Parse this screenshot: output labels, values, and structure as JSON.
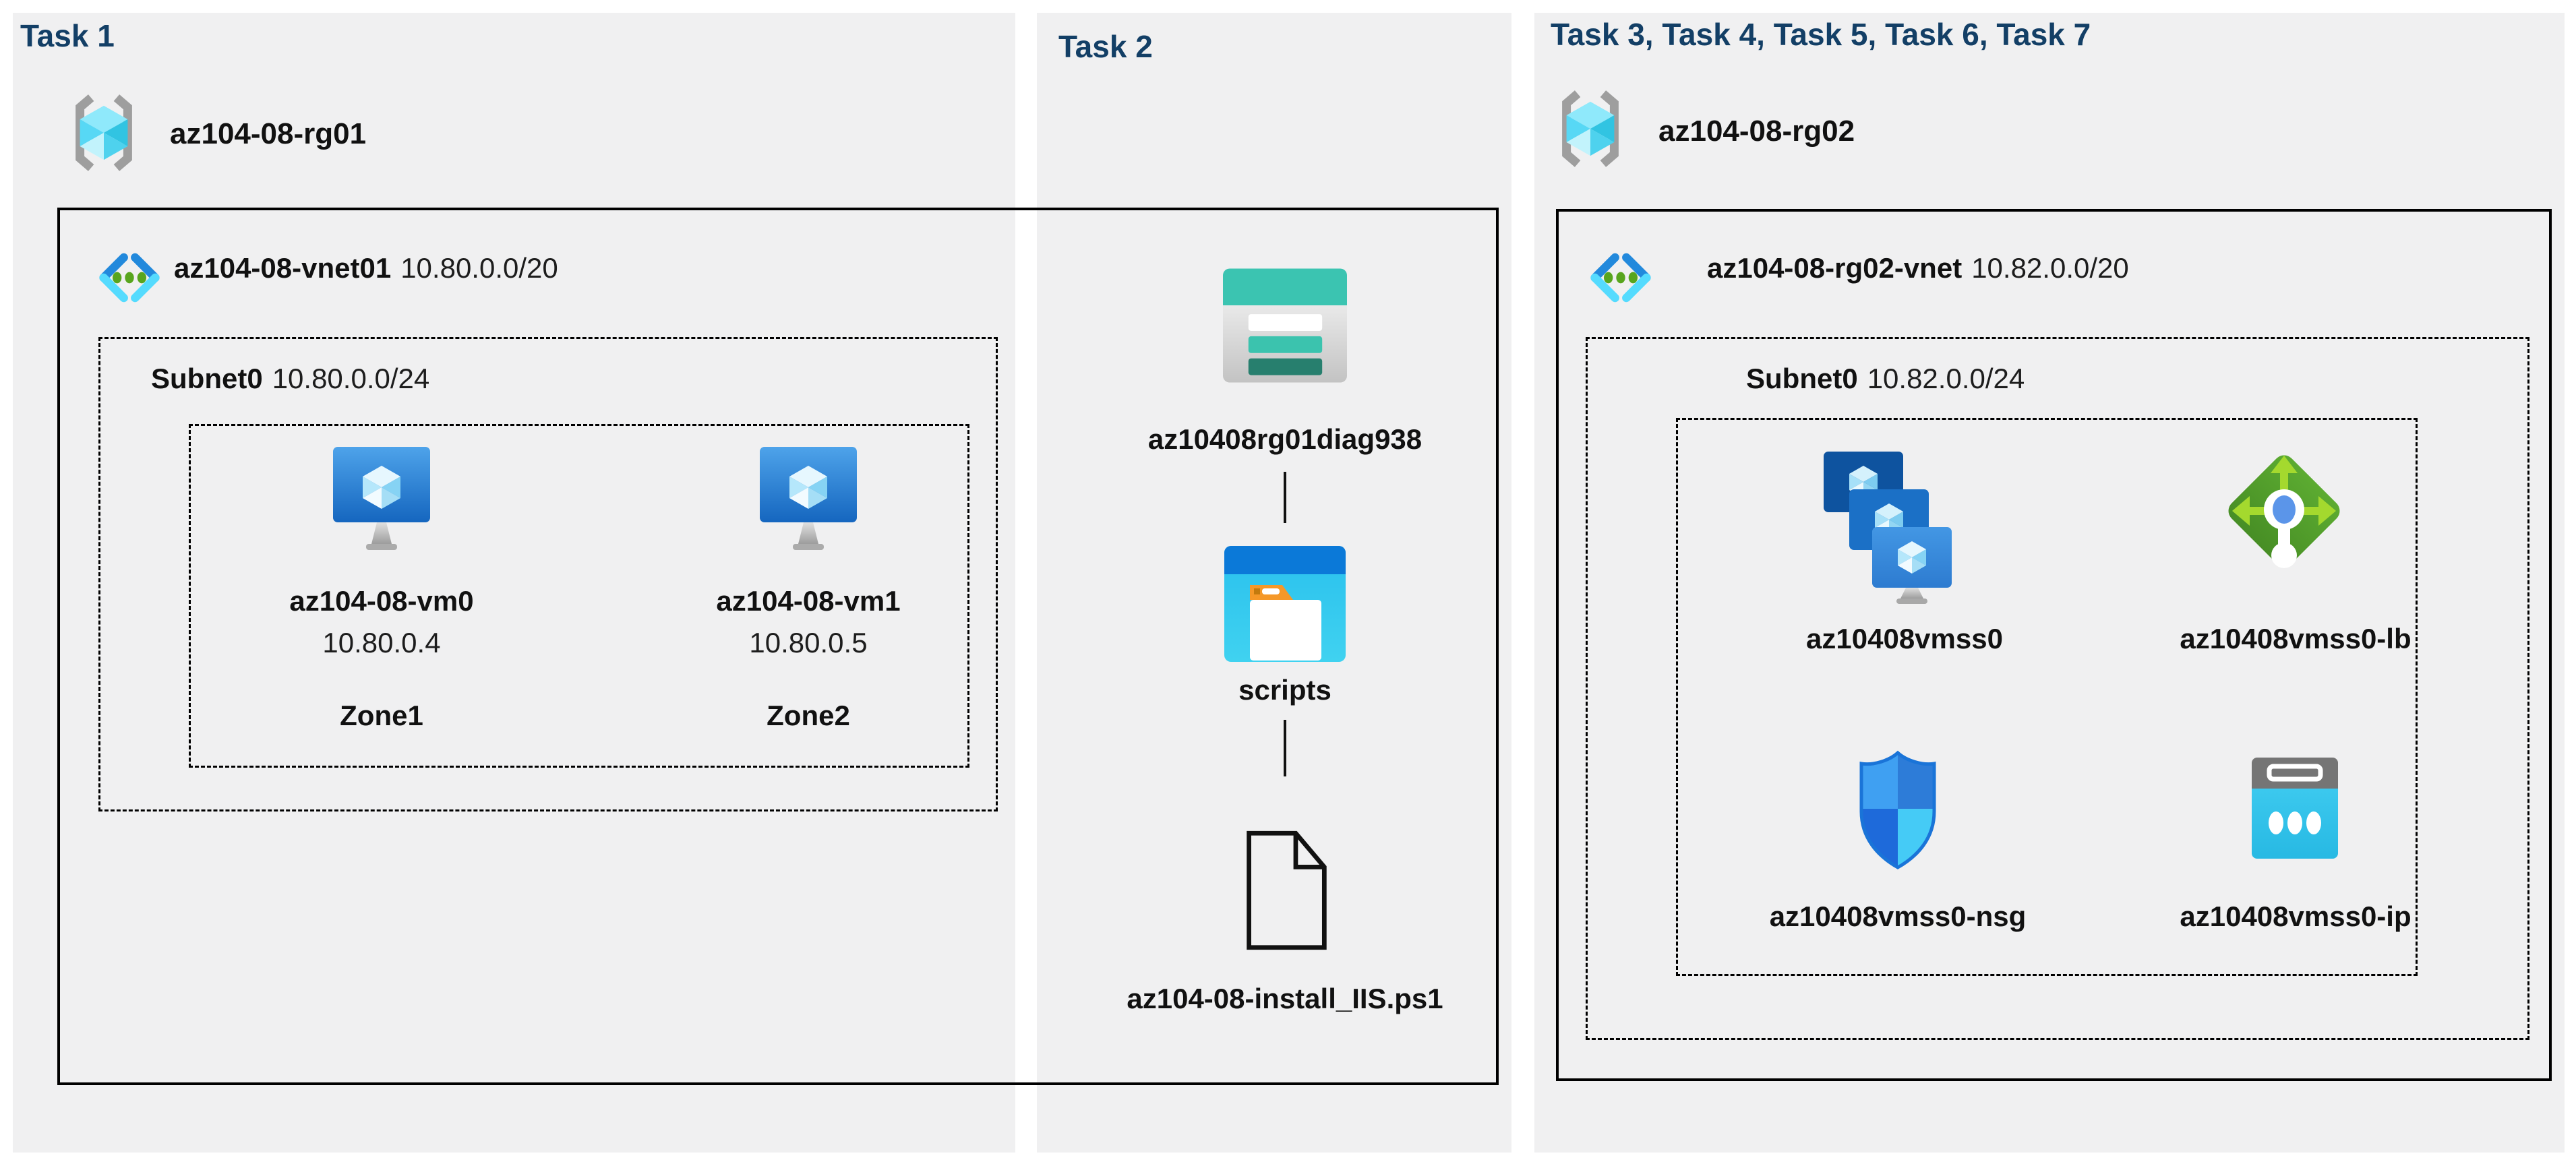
{
  "colors": {
    "header_blue": "#133F66",
    "panel_bg": "#F0F0F1",
    "azure_blue": "#0078D4",
    "storage_teal": "#3BC4B1",
    "lb_green": "#5CAB31"
  },
  "panels": [
    {
      "title": "Task 1",
      "resource_group": {
        "name": "az104-08-rg01"
      },
      "vnet": {
        "name": "az104-08-vnet01",
        "cidr": "10.80.0.0/20"
      },
      "subnet": {
        "name": "Subnet0",
        "cidr": "10.80.0.0/24"
      },
      "vms": [
        {
          "name": "az104-08-vm0",
          "ip": "10.80.0.4",
          "zone": "Zone1"
        },
        {
          "name": "az104-08-vm1",
          "ip": "10.80.0.5",
          "zone": "Zone2"
        }
      ]
    },
    {
      "title": "Task 2",
      "storage_account": {
        "name": "az10408rg01diag938"
      },
      "folder": {
        "name": "scripts"
      },
      "file": {
        "name": "az104-08-install_IIS.ps1"
      }
    },
    {
      "title": "Task 3, Task 4, Task 5, Task 6, Task 7",
      "resource_group": {
        "name": "az104-08-rg02"
      },
      "vnet": {
        "name": "az104-08-rg02-vnet",
        "cidr": "10.82.0.0/20"
      },
      "subnet": {
        "name": "Subnet0",
        "cidr": "10.82.0.0/24"
      },
      "resources": [
        {
          "name": "az10408vmss0",
          "type": "vm-scale-set"
        },
        {
          "name": "az10408vmss0-lb",
          "type": "load-balancer"
        },
        {
          "name": "az10408vmss0-nsg",
          "type": "network-security-group"
        },
        {
          "name": "az10408vmss0-ip",
          "type": "public-ip-address"
        }
      ]
    }
  ]
}
